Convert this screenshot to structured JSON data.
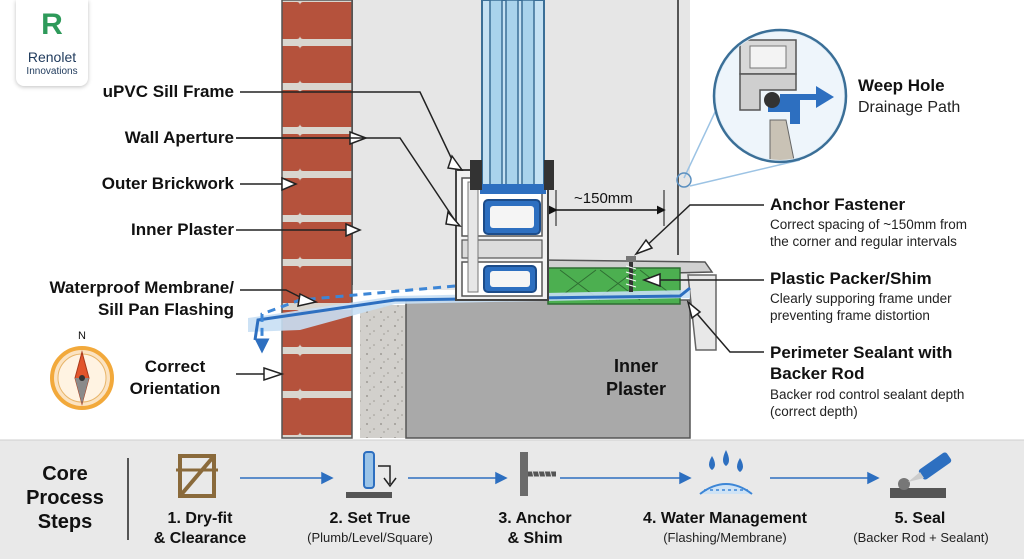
{
  "logo": {
    "mark": "R",
    "name": "Renolet",
    "tagline": "Innovations",
    "colors": {
      "green": "#2e9a5a",
      "navy": "#1f3a5c"
    }
  },
  "labels": {
    "upvc_sill_frame": "uPVC Sill Frame",
    "wall_aperture": "Wall Aperture",
    "outer_brickwork": "Outer Brickwork",
    "inner_plaster_left": "Inner Plaster",
    "membrane_line1": "Waterproof Membrane/",
    "membrane_line2": "Sill Pan Flashing",
    "orientation_line1": "Correct",
    "orientation_line2": "Orientation",
    "compass_n": "N",
    "inner_plaster_center_line1": "Inner",
    "inner_plaster_center_line2": "Plaster",
    "dimension": "~150mm"
  },
  "callouts": {
    "weep_hole": {
      "title": "Weep Hole",
      "subtitle": "Drainage Path"
    },
    "anchor": {
      "title": "Anchor Fastener",
      "lines": [
        "Correct spacing of ~150mm from",
        "the corner and regular intervals"
      ]
    },
    "packer": {
      "title": "Plastic Packer/Shim",
      "lines": [
        "Clearly supporing frame under",
        "preventing frame distortion"
      ]
    },
    "sealant": {
      "title_lines": [
        "Perimeter Sealant with",
        "Backer Rod"
      ],
      "lines": [
        "Backer rod control sealant depth",
        "(correct depth)"
      ]
    }
  },
  "process": {
    "heading_lines": [
      "Core",
      "Process",
      "Steps"
    ],
    "steps": [
      {
        "number": "1. Dry-fit",
        "line2": "& Clearance",
        "subtitle": "",
        "icon": "dry-fit-frame-icon"
      },
      {
        "number": "2. Set True",
        "line2": "",
        "subtitle": "(Plumb/Level/Square)",
        "icon": "level-icon"
      },
      {
        "number": "3. Anchor",
        "line2": "& Shim",
        "subtitle": "",
        "icon": "screw-icon"
      },
      {
        "number": "4. Water Management",
        "line2": "",
        "subtitle": "(Flashing/Membrane)",
        "icon": "water-drops-icon"
      },
      {
        "number": "5. Seal",
        "line2": "",
        "subtitle": "(Backer Rod + Sealant)",
        "icon": "sealant-tube-icon"
      }
    ]
  },
  "colors": {
    "brick": "#b5523c",
    "mortar": "#d9d6cf",
    "wall": "#e3e3e3",
    "glass": "#a9d3ec",
    "membrane": "#2d6fc0",
    "flow": "#3d86d6",
    "packer": "#4caf50",
    "panel": "#e9e9e9",
    "compass_red": "#e2552c",
    "compass_ring": "#f2a93b"
  }
}
